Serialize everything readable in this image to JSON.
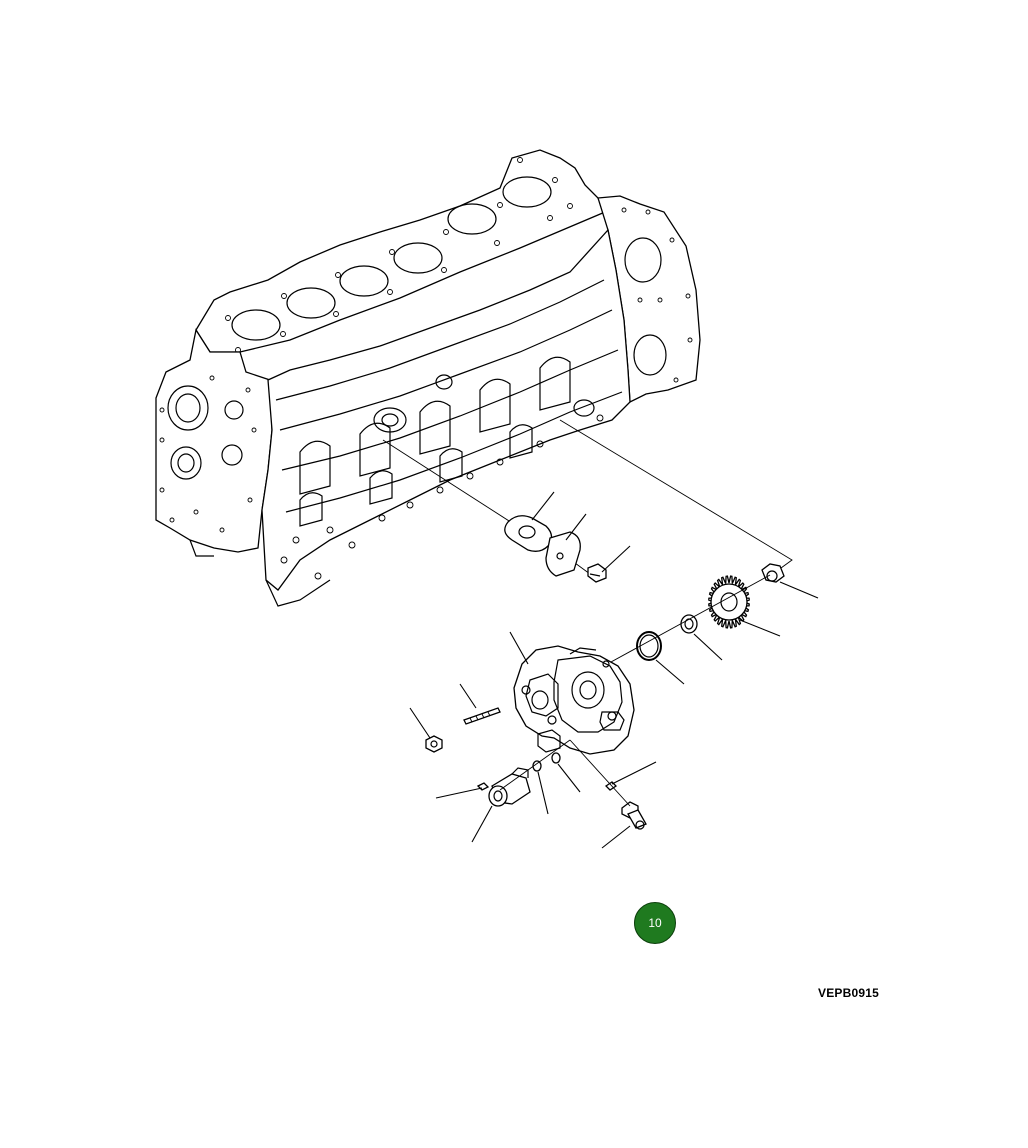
{
  "callout": {
    "label": "10",
    "color": "#1f7a1f"
  },
  "drawing_id": "VEPB0915",
  "parts": [
    "engine-block",
    "gasket",
    "cover-plate",
    "bolt",
    "nut",
    "drive-gear",
    "spacer-ring",
    "o-ring",
    "high-pressure-pump",
    "stud",
    "nut-lower",
    "plug",
    "washer",
    "o-ring-small",
    "valve",
    "union",
    "banjo-fitting",
    "seal"
  ]
}
